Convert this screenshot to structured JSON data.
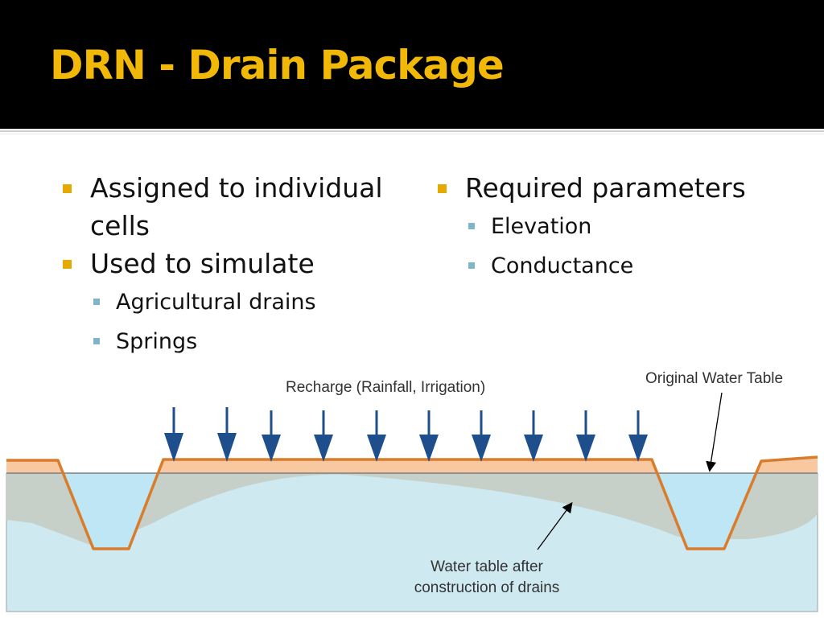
{
  "slide": {
    "title": "DRN - Drain Package"
  },
  "left_column": {
    "bullets": [
      {
        "text": "Assigned to individual cells",
        "sub": []
      },
      {
        "text": "Used to simulate",
        "sub": [
          "Agricultural drains",
          "Springs"
        ]
      }
    ]
  },
  "right_column": {
    "bullets": [
      {
        "text": "Required parameters",
        "sub": [
          "Elevation",
          "Conductance"
        ]
      }
    ]
  },
  "diagram": {
    "labels": {
      "recharge": "Recharge (Rainfall, Irrigation)",
      "original_water_table": "Original Water Table",
      "water_table_after_1": "Water table after",
      "water_table_after_2": "construction of drains"
    },
    "colors": {
      "recharge_arrow": "#1f4e8c",
      "ground_surface": "#d97c2b",
      "topsoil": "#f8c8a0",
      "aquifer": "#c7d0c8",
      "water": "#cfe9f0",
      "drain_water": "#bfe6f5"
    }
  }
}
